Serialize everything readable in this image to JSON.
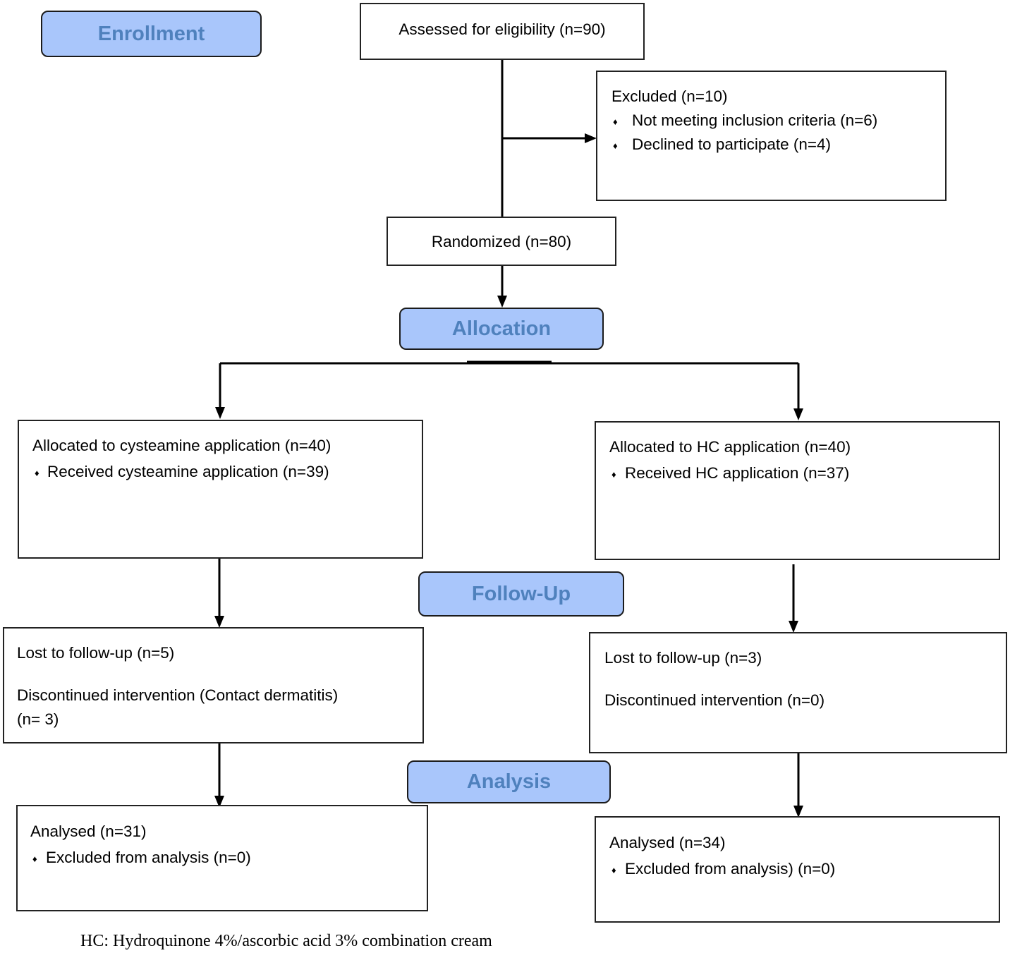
{
  "stages": {
    "enrollment": "Enrollment",
    "allocation": "Allocation",
    "follow_up": "Follow-Up",
    "analysis": "Analysis"
  },
  "assessed": {
    "label": "Assessed for eligibility (n=90)"
  },
  "excluded": {
    "title": "Excluded (n=10)",
    "items": [
      "Not meeting inclusion criteria (n=6)",
      "Declined to participate (n=4)"
    ]
  },
  "randomized": {
    "label": "Randomized (n=80)"
  },
  "left_arm": {
    "allocated": "Allocated to cysteamine application (n=40)",
    "received": "Received cysteamine application (n=39)",
    "lost": "Lost to follow-up (n=5)",
    "discontinued_line1": "Discontinued intervention (Contact dermatitis)",
    "discontinued_line2": "(n= 3)",
    "analysed": "Analysed (n=31)",
    "excluded_analysis": "Excluded from analysis (n=0)"
  },
  "right_arm": {
    "allocated": "Allocated to HC application (n=40)",
    "received": "Received HC application (n=37)",
    "lost": "Lost to follow-up (n=3)",
    "discontinued": "Discontinued intervention (n=0)",
    "analysed": "Analysed (n=34)",
    "excluded_analysis": "Excluded from analysis) (n=0)"
  },
  "footnote": "HC: Hydroquinone 4%/ascorbic acid 3% combination cream",
  "colors": {
    "stage_fill": "#a9c6fb",
    "stage_text": "#4f81bd",
    "line": "#000000"
  },
  "bullet_glyph": "♦"
}
